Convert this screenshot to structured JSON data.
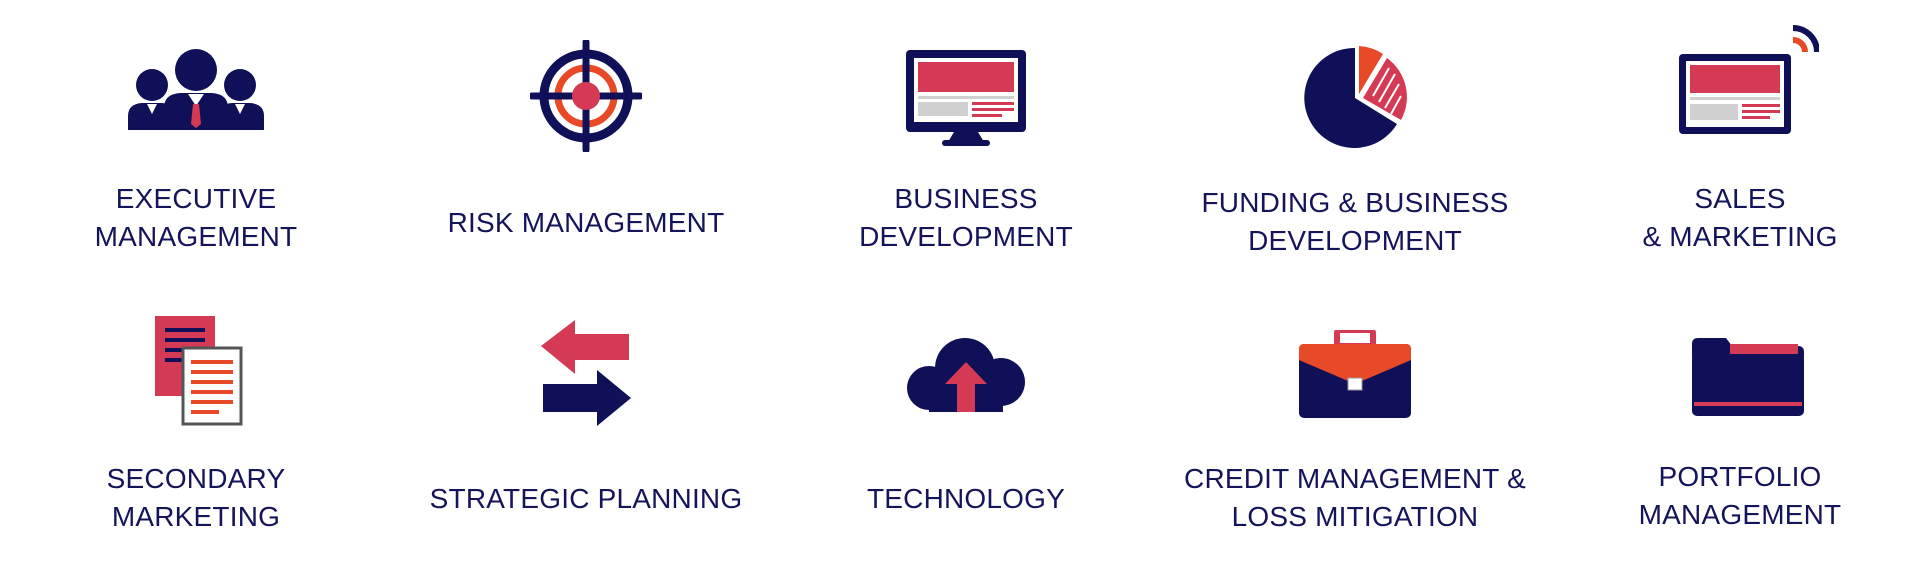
{
  "colors": {
    "navy": "#0f1058",
    "red": "#d43a54",
    "orange": "#e84a27",
    "gray": "#d0d0d0"
  },
  "items": [
    {
      "icon": "executive-team-icon",
      "lines": [
        "EXECUTIVE",
        "MANAGEMENT"
      ]
    },
    {
      "icon": "target-icon",
      "lines": [
        "RISK MANAGEMENT"
      ]
    },
    {
      "icon": "monitor-icon",
      "lines": [
        "BUSINESS",
        "DEVELOPMENT"
      ]
    },
    {
      "icon": "pie-chart-icon",
      "lines": [
        "FUNDING & BUSINESS",
        "DEVELOPMENT"
      ]
    },
    {
      "icon": "tablet-signal-icon",
      "lines": [
        "SALES",
        "& MARKETING"
      ]
    },
    {
      "icon": "documents-icon",
      "lines": [
        "SECONDARY",
        "MARKETING"
      ]
    },
    {
      "icon": "exchange-arrows-icon",
      "lines": [
        "STRATEGIC PLANNING"
      ]
    },
    {
      "icon": "cloud-upload-icon",
      "lines": [
        "TECHNOLOGY"
      ]
    },
    {
      "icon": "briefcase-icon",
      "lines": [
        "CREDIT MANAGEMENT &",
        "LOSS MITIGATION"
      ]
    },
    {
      "icon": "folder-icon",
      "lines": [
        "PORTFOLIO",
        "MANAGEMENT"
      ]
    }
  ]
}
